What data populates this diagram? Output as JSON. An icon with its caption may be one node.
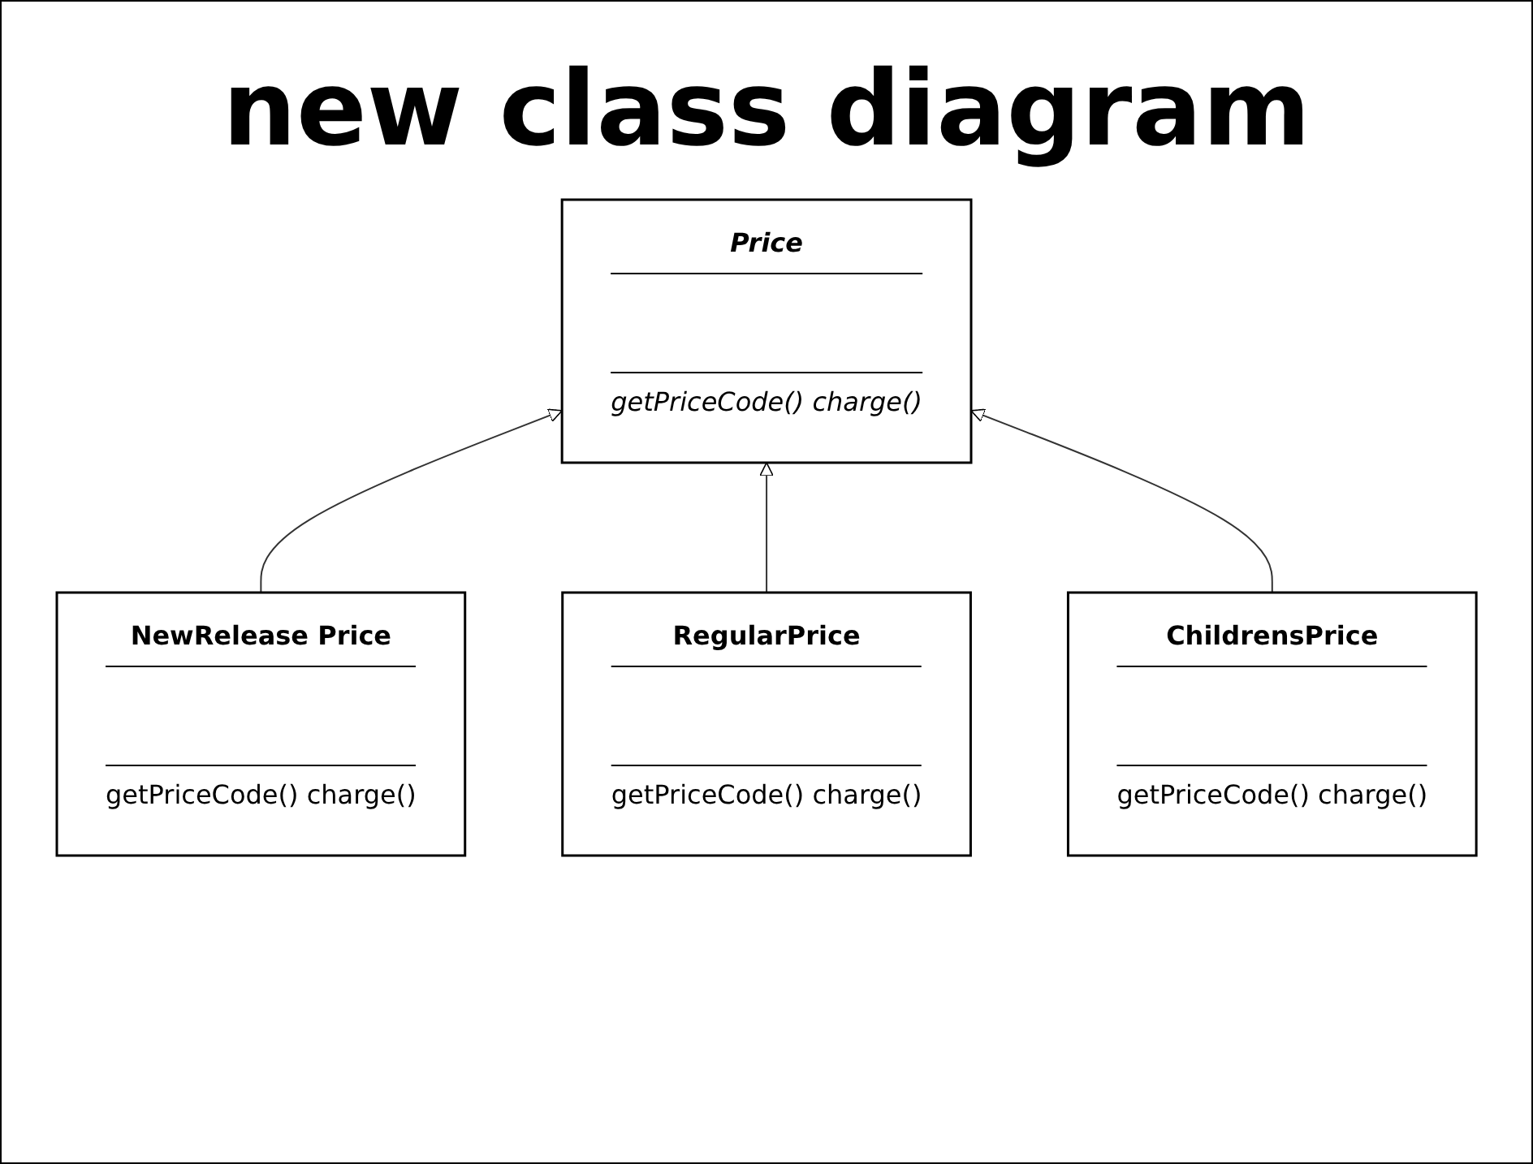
{
  "diagram": {
    "title": "new class diagram",
    "nodes": [
      {
        "text": [
          "Price",
          "getPriceCode() charge()"
        ]
      },
      {
        "text": [
          "NewRelease Price",
          "getPriceCode() charge()"
        ]
      },
      {
        "text": [
          "RegularPrice",
          "getPriceCode() charge()"
        ]
      },
      {
        "text": [
          "ChildrensPrice",
          "getPriceCode() charge()"
        ]
      }
    ],
    "edges": [
      {
        "from": 1,
        "to": 0,
        "arrow": "to"
      },
      {
        "from": 2,
        "to": 0,
        "arrow": "to"
      },
      {
        "from": 3,
        "to": 0,
        "arrow": "to"
      }
    ]
  }
}
